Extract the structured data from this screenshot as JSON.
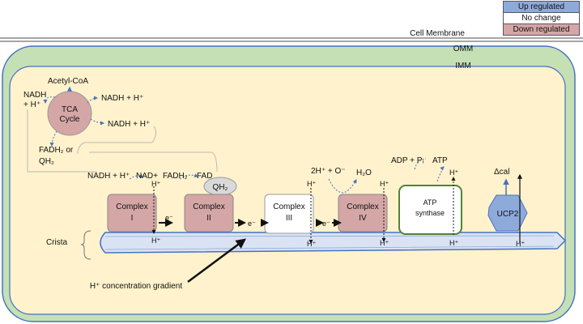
{
  "legend": {
    "up": {
      "label": "Up regulated",
      "color": "#8eaadb"
    },
    "none": {
      "label": "No change",
      "color": "#ffffff"
    },
    "down": {
      "label": "Down regulated",
      "color": "#d5a6a6"
    }
  },
  "labels": {
    "cell_membrane": "Cell Membrane",
    "omm": "OMM",
    "imm": "IMM",
    "crista": "Crista",
    "gradient": "H⁺ concentration gradient"
  },
  "tca": {
    "name": "TCA Cycle",
    "acetyl": "Acetyl-CoA",
    "nadh_left": "NADH + H⁺",
    "nadh_top": "NADH + H⁺",
    "nadh_right": "NADH + H⁺",
    "fadh2": "FADH₂ or QH₂"
  },
  "complexes": [
    {
      "name": "Complex I",
      "status": "down"
    },
    {
      "name": "Complex II",
      "status": "down"
    },
    {
      "name": "Complex III",
      "status": "none"
    },
    {
      "name": "Complex IV",
      "status": "down"
    },
    {
      "name": "ATP synthase",
      "status": "none"
    },
    {
      "name": "UCP2",
      "status": "up"
    }
  ],
  "reactions": {
    "nadh_in": "NADH + H⁺",
    "nad_out": "NAD+",
    "fadh2_in": "FADH₂",
    "fad_out": "FAD",
    "qh2": "QH₂",
    "o2_in": "2H⁺ + O⁻",
    "h2o_out": "H₂O",
    "adp_in": "ADP + Pᵢ",
    "atp_out": "ATP",
    "dcal": "Δcal",
    "electron": "e⁻",
    "proton": "H⁺"
  },
  "colors": {
    "outer_membrane": "#c5e0b4",
    "matrix": "#fff2cc",
    "crista_fill": "#dae3f3",
    "tca_fill": "#d5a6a6",
    "atp_border": "#548235"
  }
}
